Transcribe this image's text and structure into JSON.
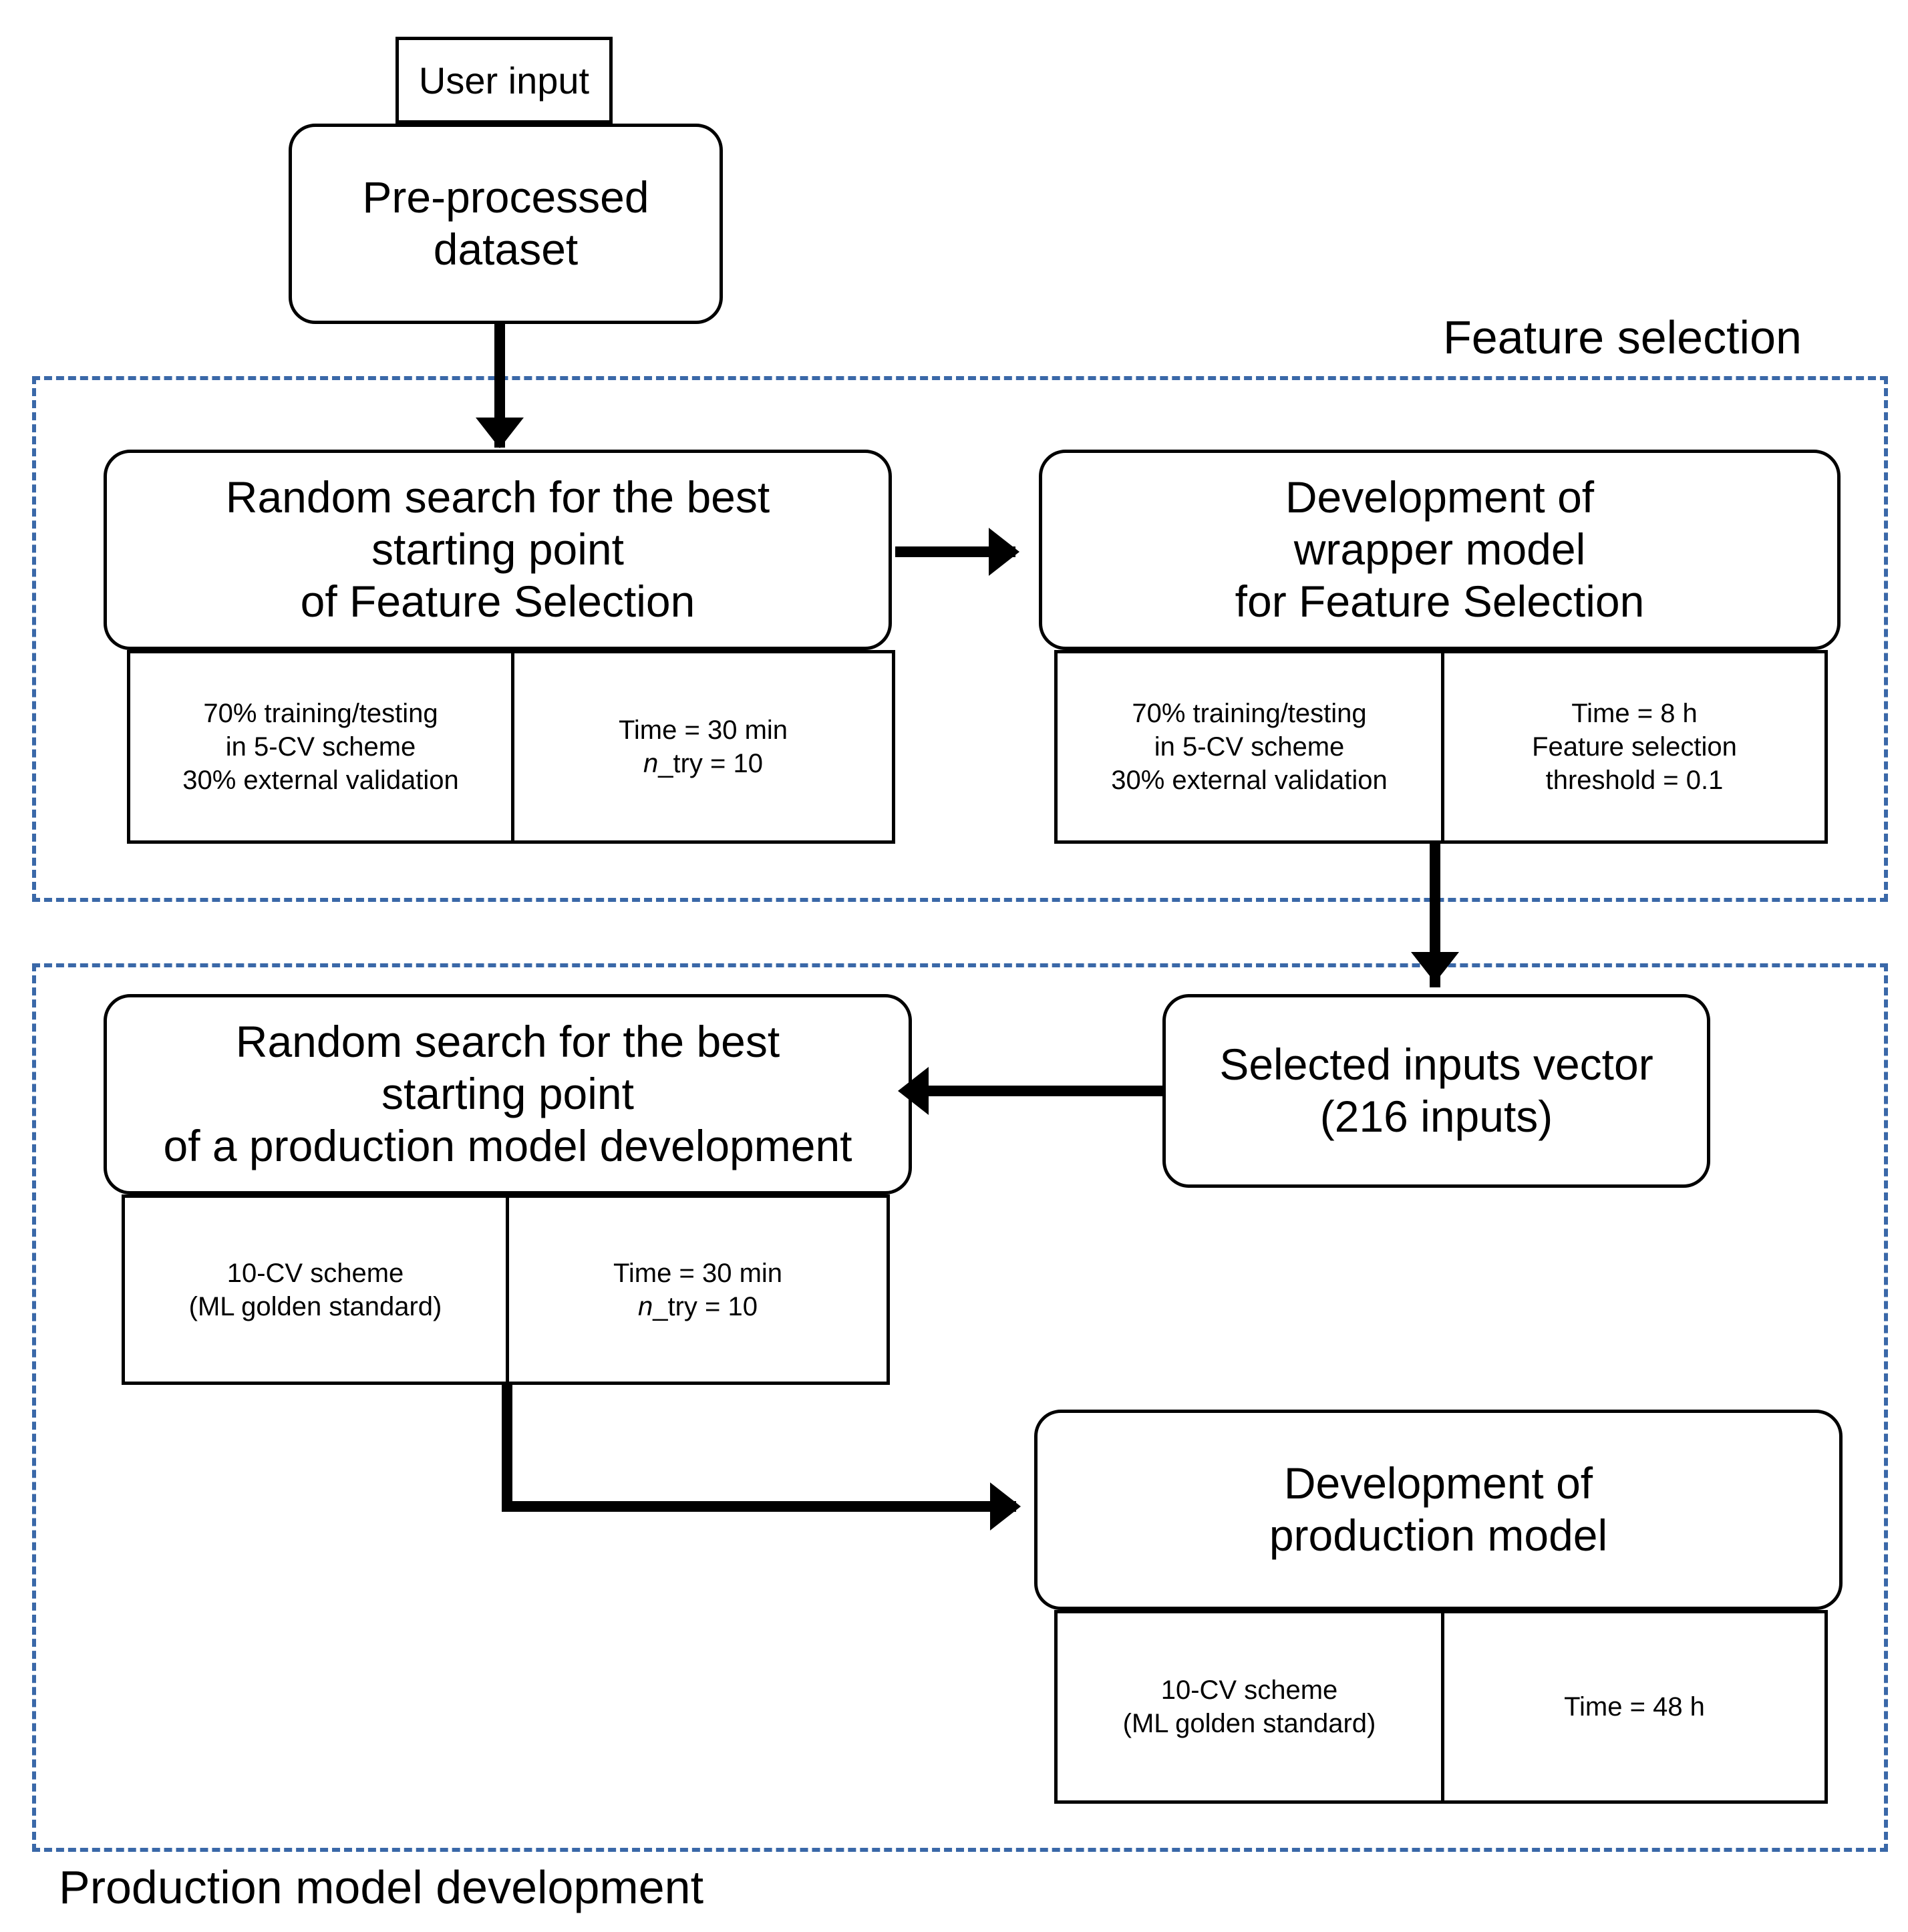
{
  "groups": {
    "feature_selection": {
      "label": "Feature selection"
    },
    "production": {
      "label": "Production model development"
    }
  },
  "accent_color": "#3a68a8",
  "nodes": {
    "user_input": {
      "label": "User input"
    },
    "dataset": {
      "title": "Pre-processed\ndataset"
    },
    "random_search_fs": {
      "title": "Random search for the best\nstarting point\nof Feature Selection",
      "cell_left": "70% training/testing\nin 5-CV scheme\n30% external validation",
      "cell_right_line1": "Time = 30 min",
      "cell_right_line2_italic": "n",
      "cell_right_line2_rest": "_try = 10"
    },
    "wrapper_model": {
      "title": "Development of\nwrapper model\nfor Feature Selection",
      "cell_left": "70% training/testing\nin 5-CV scheme\n30% external validation",
      "cell_right": "Time = 8 h\nFeature selection\nthreshold = 0.1"
    },
    "selected_inputs": {
      "title": "Selected inputs vector\n(216 inputs)"
    },
    "random_search_prod": {
      "title": "Random search for the best\nstarting point\nof a production model development",
      "cell_left": "10-CV scheme\n(ML golden standard)",
      "cell_right_line1": "Time = 30 min",
      "cell_right_line2_italic": "n",
      "cell_right_line2_rest": "_try = 10"
    },
    "production_model": {
      "title": "Development of\nproduction model",
      "cell_left": "10-CV scheme\n(ML golden standard)",
      "cell_right": "Time = 48 h"
    }
  }
}
